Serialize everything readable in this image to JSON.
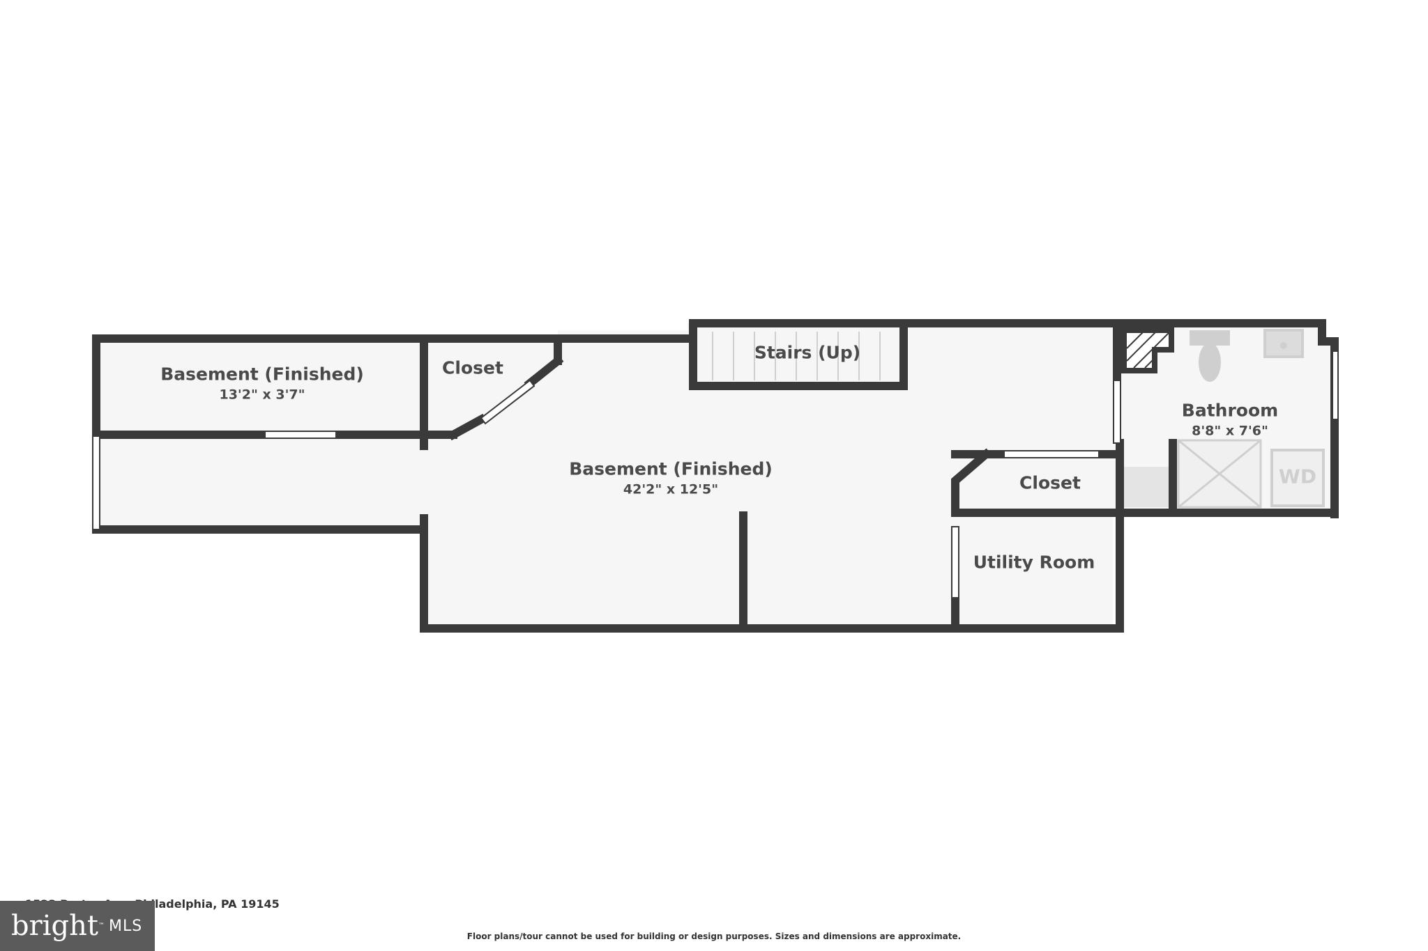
{
  "rooms": [
    {
      "id": "basement-small",
      "name": "Basement (Finished)",
      "dims": "13'2\" x 3'7\""
    },
    {
      "id": "closet-left",
      "name": "Closet",
      "dims": ""
    },
    {
      "id": "stairs",
      "name": "Stairs (Up)",
      "dims": ""
    },
    {
      "id": "basement-main",
      "name": "Basement (Finished)",
      "dims": "42'2\" x 12'5\""
    },
    {
      "id": "closet-right",
      "name": "Closet",
      "dims": ""
    },
    {
      "id": "utility",
      "name": "Utility Room",
      "dims": ""
    },
    {
      "id": "bathroom",
      "name": "Bathroom",
      "dims": "8'8\" x 7'6\""
    }
  ],
  "fixtures": {
    "washer_dryer": "WD"
  },
  "footer": {
    "address": "1523 Porter Ave, Philadelphia, PA 19145",
    "disclaimer": "Floor plans/tour cannot be used for building or design purposes. Sizes and dimensions are approximate."
  },
  "logo": {
    "brand": "bright",
    "tm": "™",
    "suffix": "MLS"
  },
  "colors": {
    "wall": "#3a3a3a",
    "floor": "#f6f6f6",
    "text": "#4a4a4a",
    "logo_bg": "#5b5b5b"
  }
}
